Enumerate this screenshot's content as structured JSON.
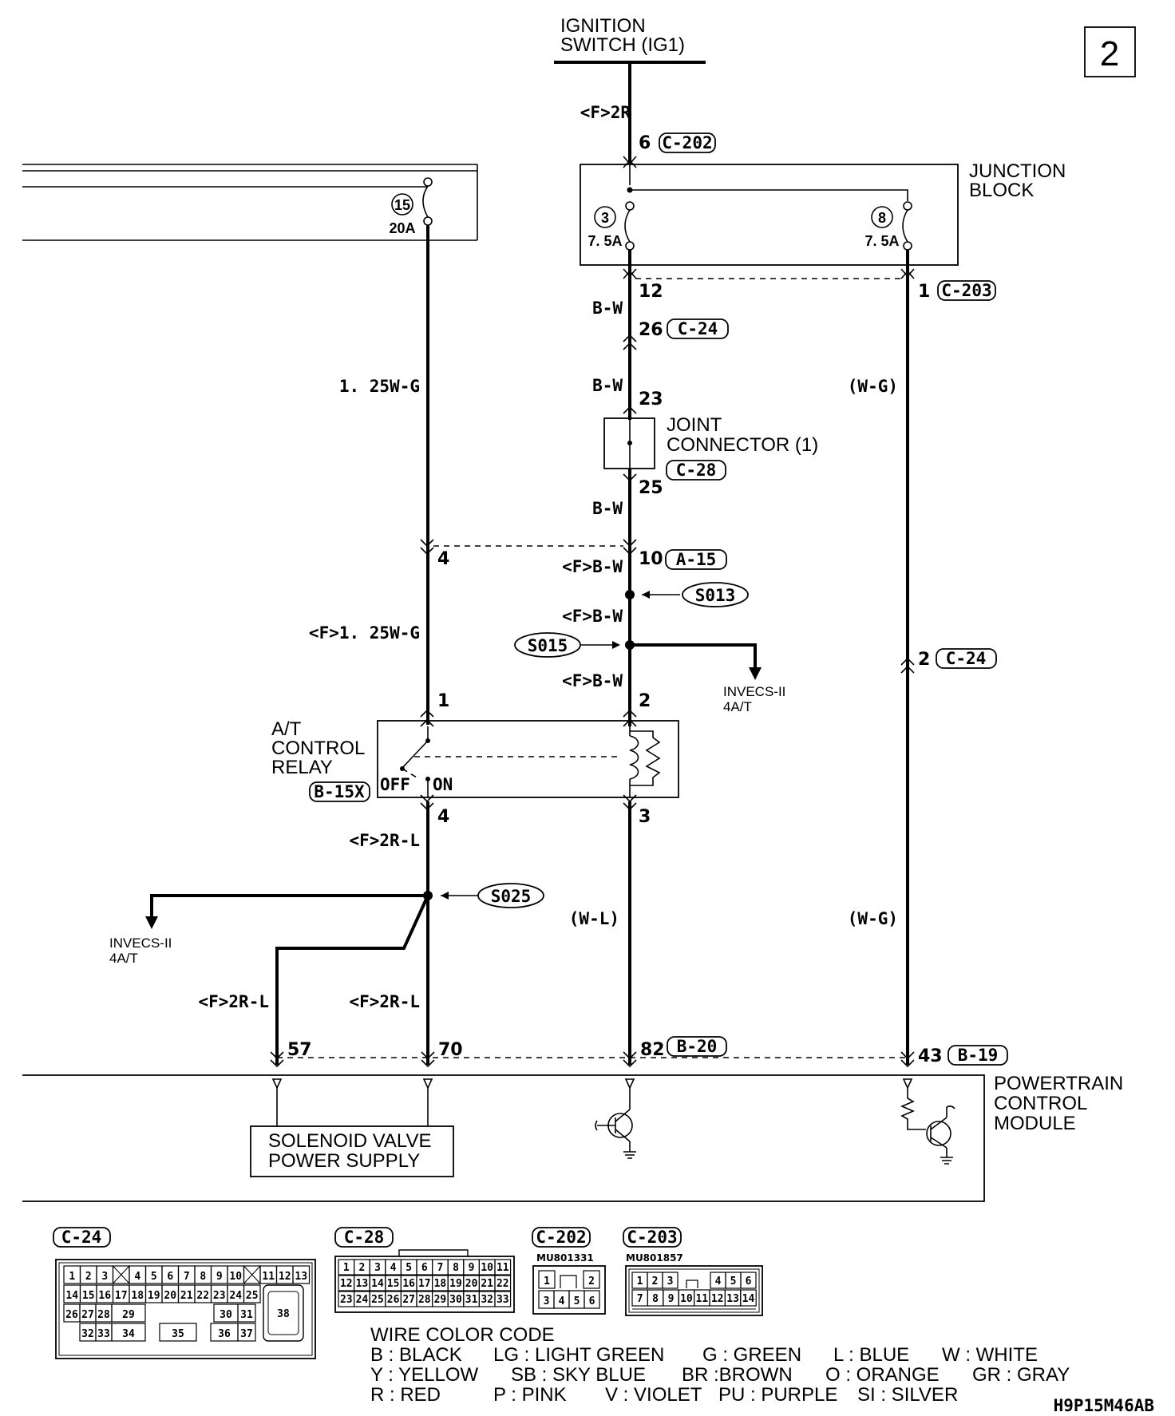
{
  "page_badge": "2",
  "ignition_switch": {
    "line1": "IGNITION",
    "line2": "SWITCH (IG1)"
  },
  "junction_block": {
    "line1": "JUNCTION",
    "line2": "BLOCK"
  },
  "fuses": [
    {
      "number": "15",
      "rating": "20A"
    },
    {
      "number": "3",
      "rating": "7. 5A"
    },
    {
      "number": "8",
      "rating": "7. 5A"
    }
  ],
  "wire_labels": {
    "f_2r": "<F>2R",
    "bw_1": "B-W",
    "bw_2": "B-W",
    "bw_3": "B-W",
    "w125_wg": "1. 25W-G",
    "wg_1": "(W-G)",
    "wg_2": "(W-G)",
    "f_bw_1": "<F>B-W",
    "f_bw_2": "<F>B-W",
    "f_bw_3": "<F>B-W",
    "f_125wg": "<F>1. 25W-G",
    "f_2rl_1": "<F>2R-L",
    "f_2rl_2": "<F>2R-L",
    "f_2rl_3": "<F>2R-L",
    "wl": "(W-L)"
  },
  "connector_refs": {
    "c202": "C-202",
    "c203": "C-203",
    "c24a": "C-24",
    "c28": "C-28",
    "a15": "A-15",
    "c24b": "C-24",
    "b15x": "B-15X",
    "b20": "B-20",
    "b19": "B-19"
  },
  "pins": {
    "p6": "6",
    "p12": "12",
    "p1_c203": "1",
    "p26": "26",
    "p23": "23",
    "p25": "25",
    "p4_a": "4",
    "p10": "10",
    "p2_c24": "2",
    "p1_relay": "1",
    "p2_relay": "2",
    "p4_relay": "4",
    "p3_relay": "3",
    "p57": "57",
    "p70": "70",
    "p82": "82",
    "p43": "43"
  },
  "joint_connector": {
    "line1": "JOINT",
    "line2": "CONNECTOR (1)"
  },
  "splices": {
    "s013": "S013",
    "s015": "S015",
    "s025": "S025"
  },
  "invecs_right": {
    "line1": "INVECS-II",
    "line2": "4A/T"
  },
  "invecs_left": {
    "line1": "INVECS-II",
    "line2": "4A/T"
  },
  "relay": {
    "line1": "A/T",
    "line2": "CONTROL",
    "line3": "RELAY",
    "off": "OFF",
    "on": "ON"
  },
  "pcm": {
    "line1": "POWERTRAIN",
    "line2": "CONTROL",
    "line3": "MODULE"
  },
  "solenoid": {
    "line1": "SOLENOID VALVE",
    "line2": "POWER SUPPLY"
  },
  "connector_views": {
    "c24": {
      "ref": "C-24",
      "row1": [
        "1",
        "2",
        "3",
        "",
        "4",
        "5",
        "6",
        "7",
        "8",
        "9",
        "10",
        "",
        "11",
        "12",
        "13"
      ],
      "row2": [
        "14",
        "15",
        "16",
        "17",
        "18",
        "19",
        "20",
        "21",
        "22",
        "23",
        "24",
        "25"
      ],
      "row3": [
        "26",
        "27",
        "28",
        "29",
        "30",
        "31"
      ],
      "row4": [
        "32",
        "33",
        "34",
        "35",
        "36",
        "37"
      ],
      "big_pin": "38"
    },
    "c28": {
      "ref": "C-28",
      "row1": [
        "1",
        "2",
        "3",
        "4",
        "5",
        "6",
        "7",
        "8",
        "9",
        "10",
        "11"
      ],
      "row2": [
        "12",
        "13",
        "14",
        "15",
        "16",
        "17",
        "18",
        "19",
        "20",
        "21",
        "22"
      ],
      "row3": [
        "23",
        "24",
        "25",
        "26",
        "27",
        "28",
        "29",
        "30",
        "31",
        "32",
        "33"
      ]
    },
    "c202": {
      "ref": "C-202",
      "part": "MU801331",
      "row1": [
        "1",
        "2"
      ],
      "row2": [
        "3",
        "4",
        "5",
        "6"
      ]
    },
    "c203": {
      "ref": "C-203",
      "part": "MU801857",
      "row1": [
        "1",
        "2",
        "3",
        "4",
        "5",
        "6"
      ],
      "row2": [
        "7",
        "8",
        "9",
        "10",
        "11",
        "12",
        "13",
        "14"
      ]
    }
  },
  "wire_color_code": {
    "title": "WIRE COLOR CODE",
    "line1": [
      "B : BLACK",
      "LG : LIGHT GREEN",
      "G : GREEN",
      "L : BLUE",
      "W : WHITE"
    ],
    "line2": [
      "Y : YELLOW",
      "SB : SKY BLUE",
      "BR :BROWN",
      "O : ORANGE",
      "GR : GRAY"
    ],
    "line3": [
      "R : RED",
      "P : PINK",
      "V : VIOLET",
      "PU : PURPLE",
      "SI : SILVER"
    ]
  },
  "figure_code": "H9P15M46AB"
}
